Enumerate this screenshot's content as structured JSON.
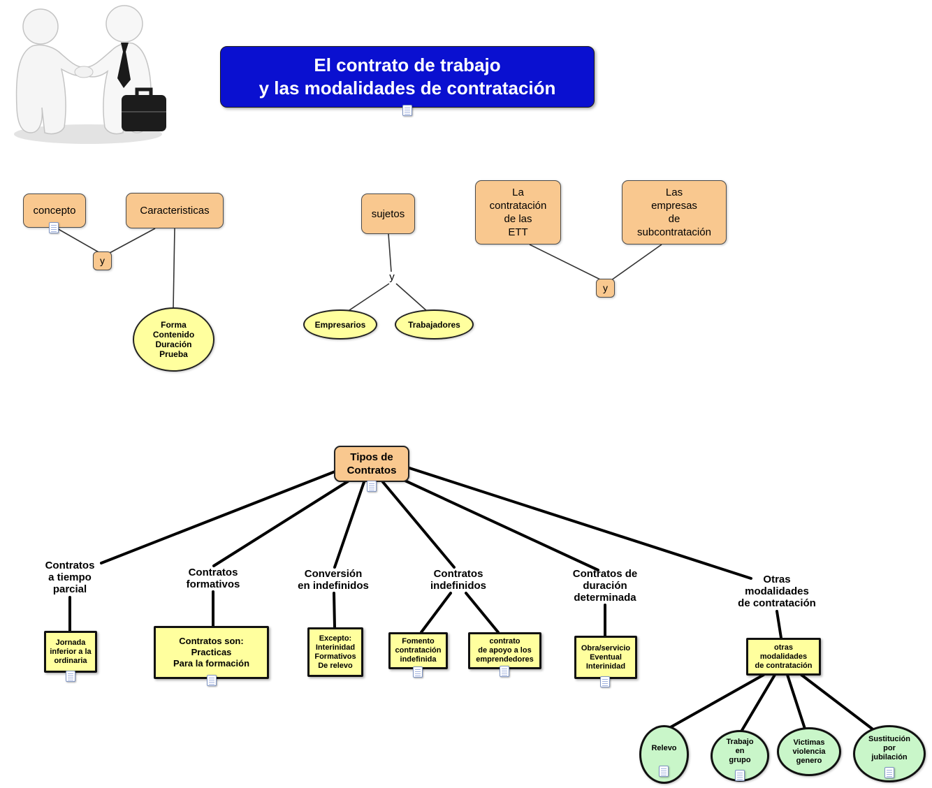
{
  "title": {
    "label": "El contrato de trabajo\ny las modalidades de contratación",
    "icon": "document-resource-icon"
  },
  "illustration": "business-figures-handshake",
  "colors": {
    "title_bg": "#0a10d0",
    "concept_box_orange": "#f9c88f",
    "leaf_yellow": "#ffff9e",
    "leaf_green": "#c9f6c9",
    "line_black": "#000000"
  },
  "nodes": {
    "concepto": {
      "label": "concepto",
      "icon": "document-resource-icon"
    },
    "caracteristicas": {
      "label": "Caracteristicas"
    },
    "link_y1": {
      "label": "y"
    },
    "forma": {
      "label": "Forma\nContenido\nDuración\nPrueba"
    },
    "sujetos": {
      "label": "sujetos"
    },
    "link_y2": {
      "label": "y"
    },
    "empresarios": {
      "label": "Empresarios"
    },
    "trabajadores": {
      "label": "Trabajadores"
    },
    "ett": {
      "label": "La\ncontratación\nde las\nETT"
    },
    "subcontratacion": {
      "label": "Las\nempresas\nde\nsubcontratación"
    },
    "link_y3": {
      "label": "y"
    },
    "tipos": {
      "label": "Tipos de\nContratos",
      "icon": "document-resource-icon"
    },
    "parcial_label": {
      "label": "Contratos\na tiempo\nparcial"
    },
    "formativos_label": {
      "label": "Contratos\nformativos"
    },
    "conversion_label": {
      "label": "Conversión\nen indefinidos"
    },
    "indefinidos_label": {
      "label": "Contratos\nindefinidos"
    },
    "duracion_label": {
      "label": "Contratos de\nduración\ndeterminada"
    },
    "otras_label": {
      "label": "Otras\nmodalidades\nde contratación"
    },
    "jornada": {
      "label": "Jornada\ninferior a la\nordinaria",
      "icon": "document-resource-icon"
    },
    "contratos_son": {
      "label": "Contratos son:\nPracticas\nPara la formación",
      "icon": "document-resource-icon"
    },
    "excepto": {
      "label": "Excepto:\nInterinidad\nFormativos\nDe relevo"
    },
    "fomento": {
      "label": "Fomento\ncontratación\nindefinida",
      "icon": "document-resource-icon"
    },
    "apoyo": {
      "label": "contrato\nde apoyo a los\nemprendedores",
      "icon": "document-resource-icon"
    },
    "obra": {
      "label": "Obra/servicio\nEventual\nInterinidad",
      "icon": "document-resource-icon"
    },
    "otras_box": {
      "label": "otras\nmodalidades\nde contratación"
    },
    "relevo": {
      "label": "Relevo",
      "icon": "document-resource-icon"
    },
    "trabajo_grupo": {
      "label": "Trabajo\nen\ngrupo",
      "icon": "document-resource-icon"
    },
    "victimas": {
      "label": "Victimas\nviolencia\ngenero"
    },
    "sustitucion": {
      "label": "Sustitución\npor\njubilación",
      "icon": "document-resource-icon"
    }
  }
}
